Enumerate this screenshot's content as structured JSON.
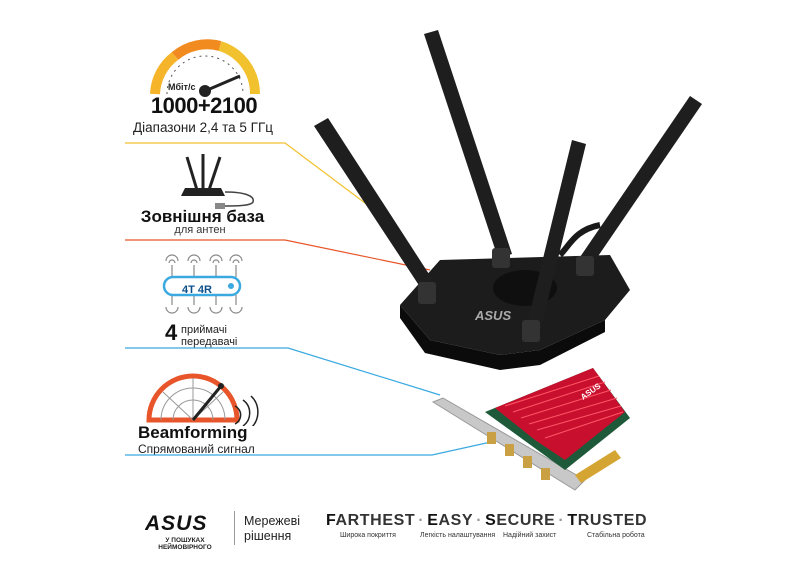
{
  "speed": {
    "unit": "Мбіт/с",
    "value": "1000+2100",
    "bands": "Діапазони 2,4 та 5 ГГц",
    "gauge_colors": [
      "#f5b42a",
      "#f18a1f",
      "#e04a1a"
    ]
  },
  "base": {
    "title": "Зовнішня база",
    "subtitle": "для антен"
  },
  "streams": {
    "chip": "4T 4R",
    "count": "4",
    "line1": "приймачі",
    "line2": "передавачі",
    "accent": "#3aa9e0"
  },
  "beamforming": {
    "title": "Beamforming",
    "subtitle": "Спрямований сигнал",
    "accent": "#e8552a"
  },
  "leader_colors": [
    "#f2c12e",
    "#e8552a",
    "#3aa9e0"
  ],
  "brand": {
    "logo": "ASUS",
    "slogan": "У ПОШУКАХ НЕЙМОВІРНОГО",
    "line1": "Мережеві",
    "line2": "рішення"
  },
  "motto": {
    "items": [
      {
        "first": "F",
        "rest": "ARTHEST",
        "caption": "Широка покриття"
      },
      {
        "first": "E",
        "rest": "ASY",
        "caption": "Легкість налаштування"
      },
      {
        "first": "S",
        "rest": "ECURE",
        "caption": "Надійний захист"
      },
      {
        "first": "T",
        "rest": "RUSTED",
        "caption": "Стабільна робота"
      }
    ]
  },
  "product": {
    "card_logo": "ASUS",
    "base_logo": "ASUS"
  }
}
